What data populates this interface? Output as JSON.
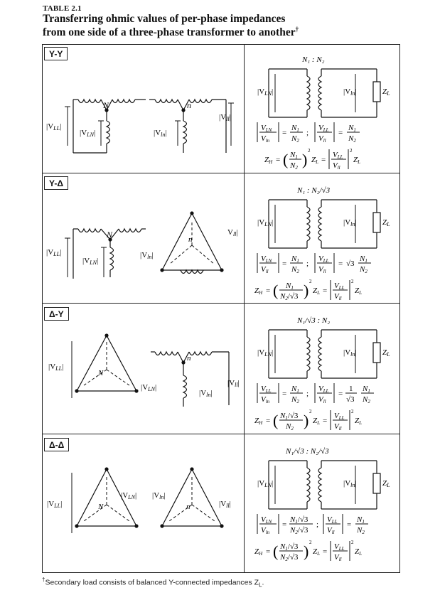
{
  "table": {
    "number": "TABLE 2.1",
    "title_line1": "Transferring ohmic values of per-phase impedances",
    "title_line2": "from one side of a three-phase transformer to another",
    "title_mark": "†",
    "footnote_mark": "†",
    "footnote": "Secondary load consists of balanced Y-connected impedances Z",
    "footnote_sub": "L",
    "footnote_end": "."
  },
  "sections": [
    {
      "label": "Y-Y",
      "ratio": "N₁ : N₂"
    },
    {
      "label": "Y-Δ",
      "ratio": "N₁ : N₂/√3"
    },
    {
      "label": "Δ-Y",
      "ratio": "N₁/√3 : N₂"
    },
    {
      "label": "Δ-Δ",
      "ratio": "N₁/√3 : N₂/√3"
    }
  ],
  "symbols": {
    "VLL": "|V",
    "VLL_sub": "LL",
    "Vll_sub": "ll",
    "VLN_sub": "LN",
    "Vln_sub": "ln",
    "N": "N",
    "n": "n",
    "ZL": "Z",
    "ZL_sub": "L",
    "ZH": "Z",
    "ZH_sub": "H",
    "N1": "N",
    "N1_sub": "1",
    "N2": "N",
    "N2_sub": "2",
    "sqrt3": "√3",
    "one": "1"
  }
}
